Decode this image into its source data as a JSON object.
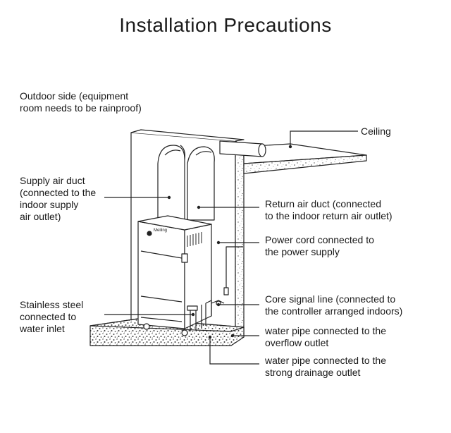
{
  "title": "Installation Precautions",
  "labels": {
    "outdoor_side": [
      "Outdoor side (equipment",
      "room needs to be rainproof)"
    ],
    "ceiling": "Ceiling",
    "supply_air_duct": [
      "Supply air duct",
      "(connected to the",
      "indoor supply",
      "air outlet)"
    ],
    "return_air_duct": [
      "Return air duct (connected",
      "to the indoor return air outlet)"
    ],
    "power_cord": [
      "Power cord connected to",
      "the power supply"
    ],
    "core_signal_line": [
      "Core signal line (connected to",
      "the controller arranged indoors)"
    ],
    "stainless_steel": [
      "Stainless steel",
      "connected to",
      "water inlet"
    ],
    "overflow_pipe": [
      "water pipe connected to the",
      "overflow outlet"
    ],
    "drainage_pipe": [
      "water pipe connected to the",
      "strong drainage outlet"
    ]
  },
  "unit_logo": "Meiling"
}
